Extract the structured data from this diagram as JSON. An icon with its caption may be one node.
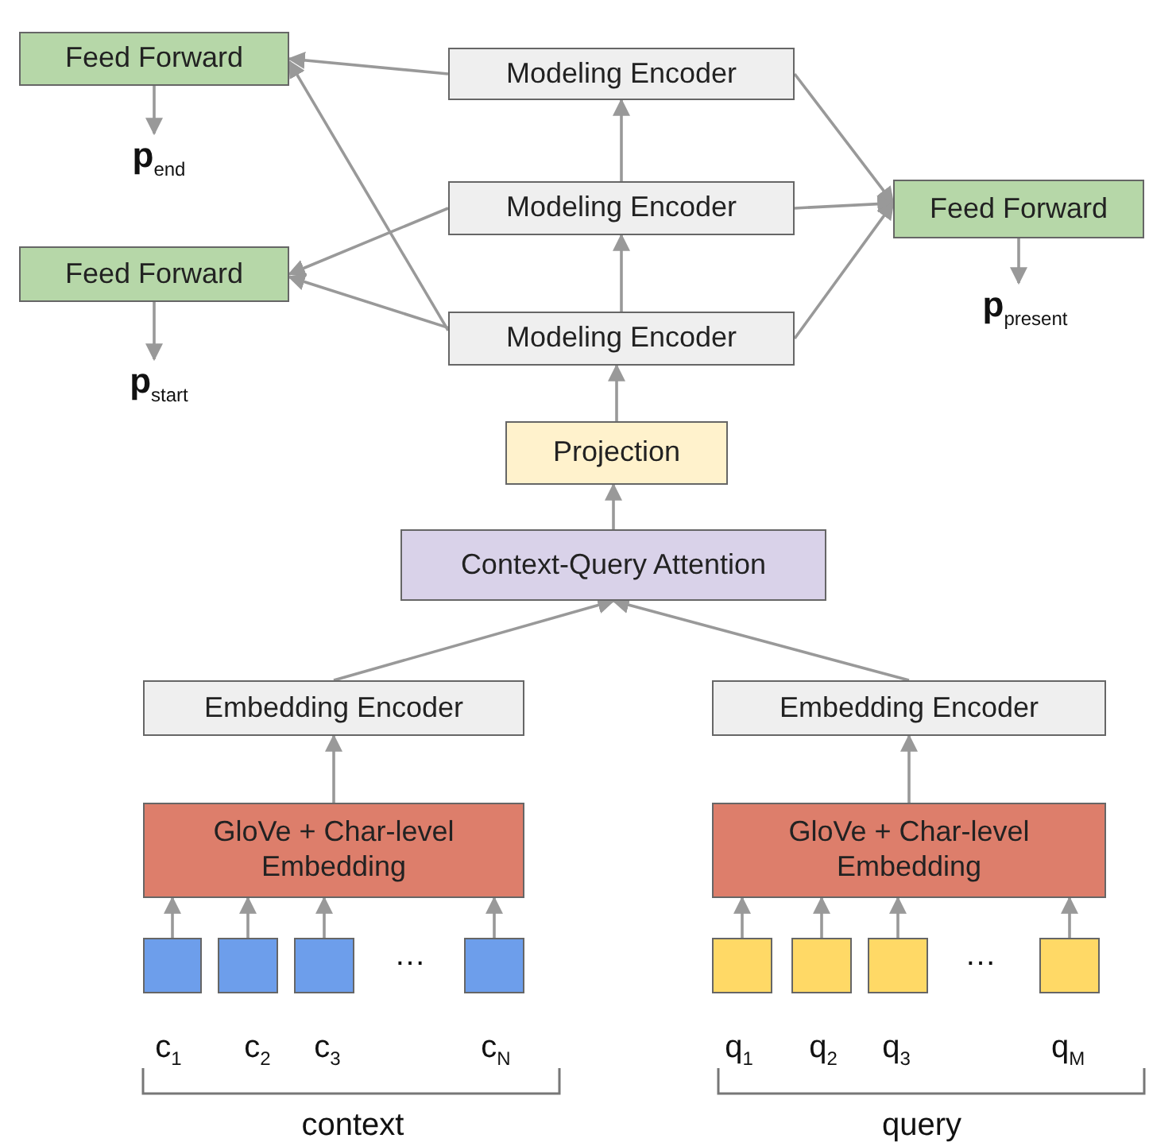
{
  "diagram": {
    "nodes": [
      {
        "text": [
          "Feed Forward"
        ]
      },
      {
        "text": [
          "Modeling Encoder"
        ]
      },
      {
        "text": [
          "Modeling Encoder"
        ]
      },
      {
        "text": [
          "Feed Forward"
        ]
      },
      {
        "text": [
          "Feed Forward"
        ]
      },
      {
        "text": [
          "Modeling Encoder"
        ]
      },
      {
        "text": [
          "**p**$_{end}$"
        ]
      },
      {
        "text": [
          "**p**$_{start}$"
        ]
      },
      {
        "text": [
          "**p**$_{present}$"
        ]
      },
      {
        "text": [
          "Projection"
        ]
      },
      {
        "text": [
          "Context-Query Attention"
        ]
      },
      {
        "text": [
          "Embedding Encoder"
        ]
      },
      {
        "text": [
          "Embedding Encoder"
        ]
      },
      {
        "text": [
          "GloVe + Char-level Embedding"
        ]
      },
      {
        "text": [
          "GloVe + Char-level Embedding"
        ]
      },
      {
        "text": [],
        "shape": "box"
      },
      {
        "text": [],
        "shape": "box"
      },
      {
        "text": [],
        "shape": "box"
      },
      {
        "text": [],
        "shape": "box"
      },
      {
        "text": [],
        "shape": "box"
      },
      {
        "text": [],
        "shape": "box"
      },
      {
        "text": [],
        "shape": "box"
      },
      {
        "text": [],
        "shape": "box"
      }
    ],
    "edges": [
      {
        "from": 15,
        "to": 13,
        "arrow": "to"
      },
      {
        "from": 16,
        "to": 13,
        "arrow": "to"
      },
      {
        "from": 17,
        "to": 13,
        "arrow": "to"
      },
      {
        "from": 18,
        "to": 13,
        "arrow": "to"
      },
      {
        "from": 19,
        "to": 14,
        "arrow": "to"
      },
      {
        "from": 20,
        "to": 14,
        "arrow": "to"
      },
      {
        "from": 21,
        "to": 14,
        "arrow": "to"
      },
      {
        "from": 22,
        "to": 14,
        "arrow": "to"
      },
      {
        "from": 13,
        "to": 11,
        "arrow": "to"
      },
      {
        "from": 14,
        "to": 12,
        "arrow": "to"
      },
      {
        "from": 11,
        "to": 10,
        "arrow": "to"
      },
      {
        "from": 12,
        "to": 10,
        "arrow": "to"
      },
      {
        "from": 10,
        "to": 9,
        "arrow": "to"
      },
      {
        "from": 9,
        "to": 5,
        "arrow": "to"
      },
      {
        "from": 5,
        "to": 2,
        "arrow": "to"
      },
      {
        "from": 2,
        "to": 1,
        "arrow": "to"
      },
      {
        "from": 1,
        "to": 0,
        "arrow": "to"
      },
      {
        "from": 5,
        "to": 0,
        "arrow": "to"
      },
      {
        "from": 2,
        "to": 4,
        "arrow": "to"
      },
      {
        "from": 5,
        "to": 4,
        "arrow": "to"
      },
      {
        "from": 1,
        "to": 3,
        "arrow": "to"
      },
      {
        "from": 2,
        "to": 3,
        "arrow": "to"
      },
      {
        "from": 5,
        "to": 3,
        "arrow": "to"
      },
      {
        "from": 0,
        "to": 6,
        "arrow": "to"
      },
      {
        "from": 4,
        "to": 7,
        "arrow": "to"
      },
      {
        "from": 3,
        "to": 8,
        "arrow": "to"
      }
    ],
    "labels": [
      "…",
      "…",
      "c$_{1}$",
      "c$_{2}$",
      "c$_{3}$",
      "c$_{N}$",
      "q$_{1}$",
      "q$_{2}$",
      "q$_{3}$",
      "q$_{M}$",
      "context",
      "query"
    ]
  }
}
